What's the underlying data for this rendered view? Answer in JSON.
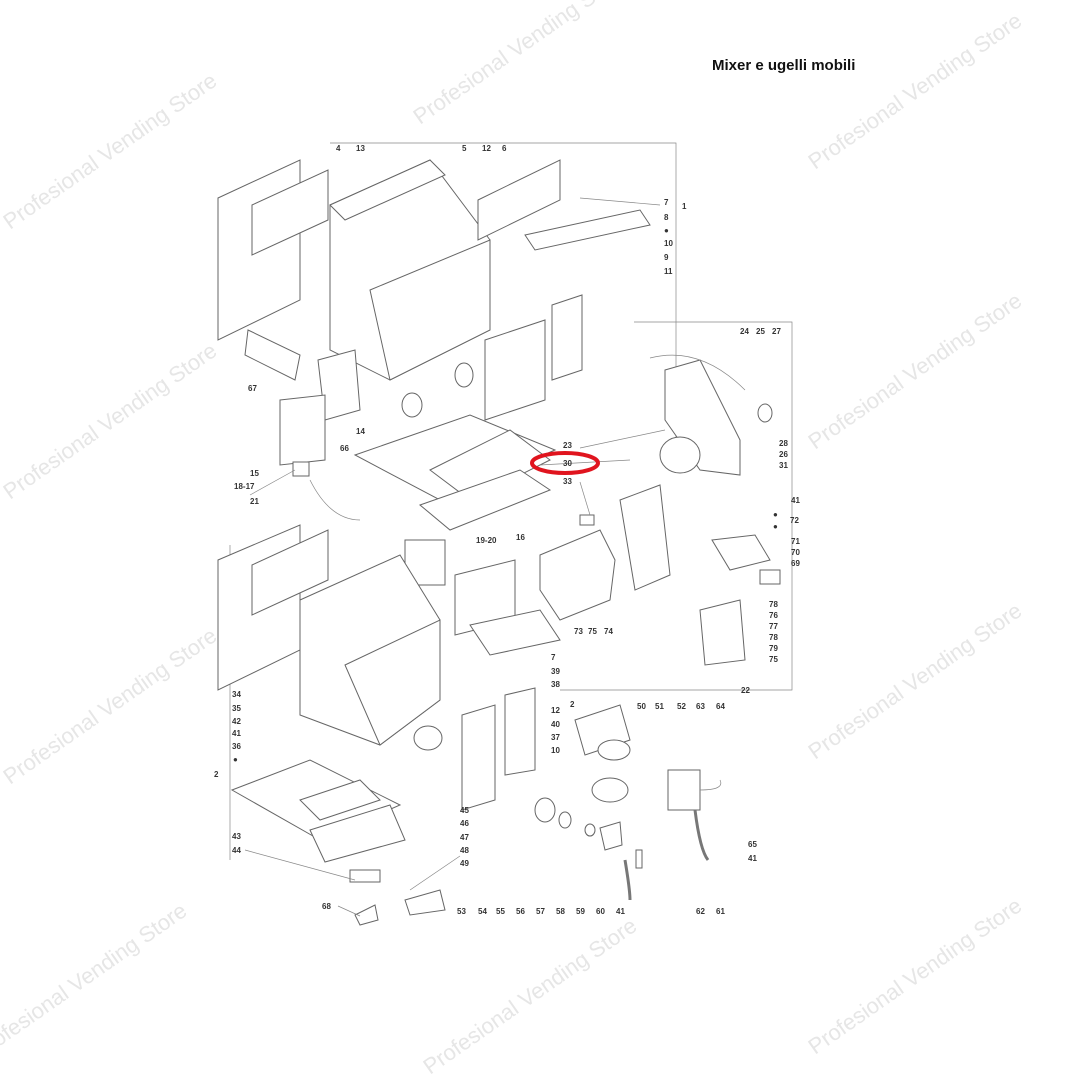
{
  "title": "Mixer e ugelli mobili",
  "watermark": "Profesional Vending Store",
  "highlight_color": "#e0141e",
  "highlighted_part": "30",
  "part_labels": [
    "4",
    "13",
    "5",
    "12",
    "6",
    "7",
    "1",
    "8",
    "●",
    "10",
    "9",
    "11",
    "67",
    "14",
    "15",
    "18-17",
    "21",
    "66",
    "16",
    "19-20",
    "23",
    "30",
    "33",
    "24",
    "25",
    "27",
    "28",
    "26",
    "31",
    "41",
    "●",
    "●",
    "72",
    "71",
    "70",
    "69",
    "78",
    "76",
    "77",
    "78",
    "79",
    "75",
    "22",
    "73",
    "75",
    "74",
    "7",
    "39",
    "38",
    "12",
    "2",
    "40",
    "37",
    "10",
    "34",
    "35",
    "42",
    "41",
    "36",
    "●",
    "2",
    "50",
    "51",
    "52",
    "63",
    "64",
    "45",
    "46",
    "47",
    "48",
    "49",
    "43",
    "44",
    "68",
    "53",
    "54",
    "55",
    "56",
    "57",
    "58",
    "59",
    "60",
    "41",
    "62",
    "61",
    "65",
    "41"
  ]
}
